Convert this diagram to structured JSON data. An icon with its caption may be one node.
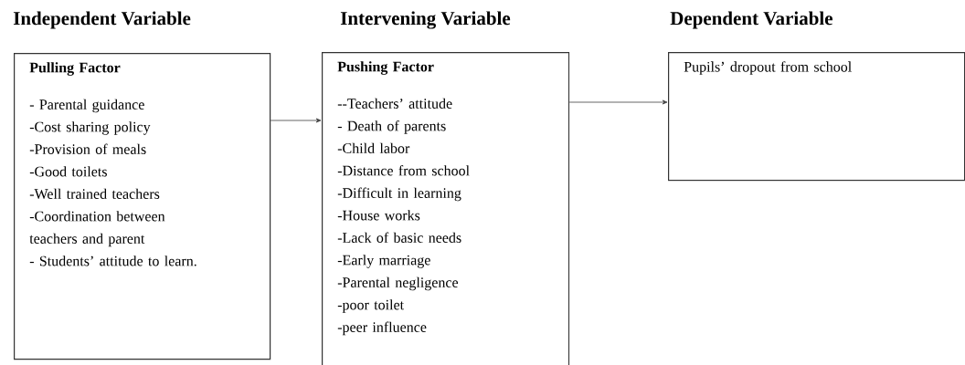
{
  "diagram": {
    "nodes": [
      {
        "text": [
          "Independent Variable",
          "Pulling Factor",
          "- Parental guidance",
          "-Cost sharing policy",
          "-Provision of meals",
          "-Good toilets",
          "-Well trained teachers",
          "-Coordination between teachers and parent",
          "- Students’ attitude to learn."
        ]
      },
      {
        "text": [
          "Intervening Variable",
          "Pushing Factor",
          "--Teachers’ attitude",
          "- Death of parents",
          "-Child labor",
          "-Distance from school",
          "-Difficult in learning",
          "-House works",
          "-Lack of basic needs",
          "-Early marriage",
          "-Parental negligence",
          "-poor toilet",
          "-peer influence"
        ]
      },
      {
        "text": [
          "Dependent Variable",
          "Pupils’ dropout from school"
        ]
      }
    ],
    "edges": [
      {
        "from": 0,
        "to": 1,
        "arrow": "to"
      },
      {
        "from": 1,
        "to": 2,
        "arrow": "to"
      }
    ]
  }
}
